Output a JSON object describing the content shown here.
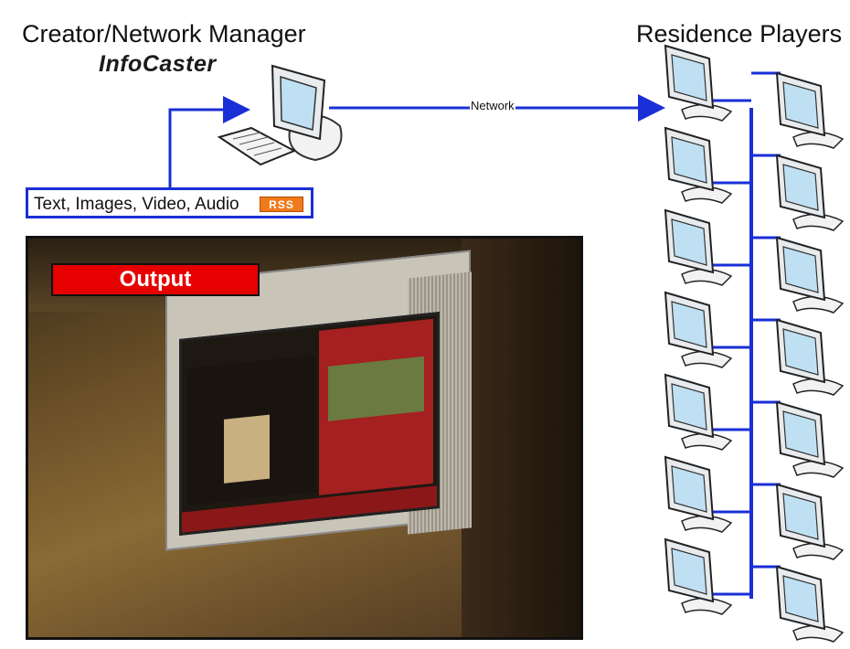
{
  "left_title": "Creator/Network Manager",
  "right_title": "Residence Players",
  "logo": "InfoCaster",
  "network_label": "Network",
  "inputs_label": "Text, Images, Video, Audio",
  "rss_badge": "RSS",
  "output_label": "Output",
  "colors": {
    "line": "#1a2fd6",
    "output_badge": "#e60000",
    "rss_badge": "#f07a1a"
  },
  "icons": [
    "computer-icon",
    "keyboard-icon",
    "monitor-icon"
  ],
  "players": {
    "rows": 7,
    "columns": 2
  }
}
